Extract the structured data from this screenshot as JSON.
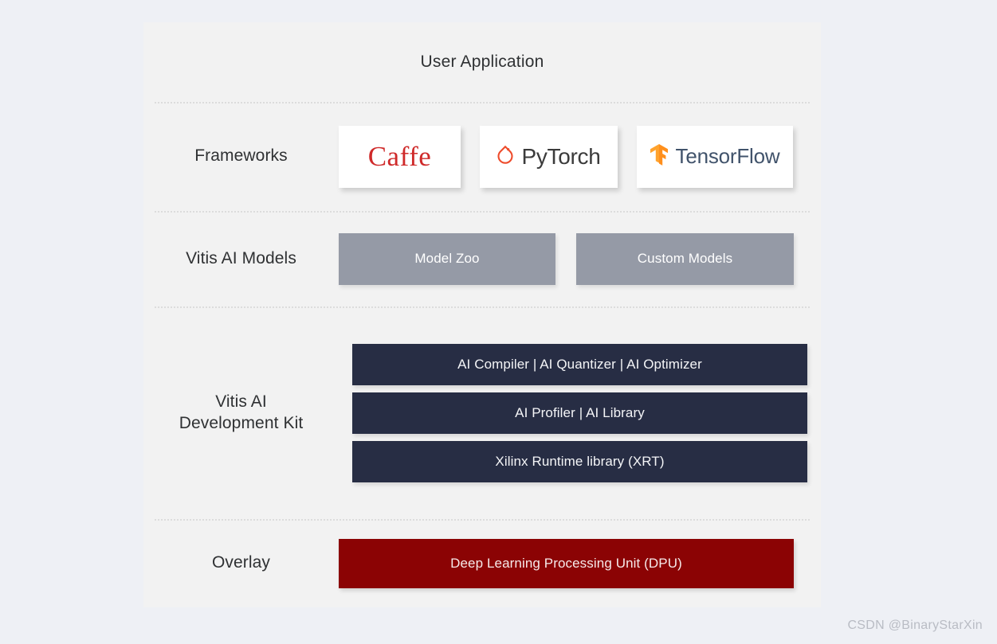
{
  "diagram": {
    "title": "User Application",
    "watermark": "CSDN @BinaryStarXin",
    "colors": {
      "page_background": "#eef0f5",
      "panel_background": "#f2f2f2",
      "divider": "#dcdcdc",
      "label_text": "#2f3133",
      "model_box": "#959aa6",
      "devkit_box": "#272d44",
      "dpu_box": "#8b0304",
      "caffe_red": "#cf2a2a",
      "pytorch_flame": "#ee4c2c",
      "pytorch_text": "#3b3b3b",
      "tensorflow_orange": "#ff8f1c",
      "tensorflow_text": "#41536b"
    },
    "rows": [
      {
        "label": "Frameworks",
        "items": [
          {
            "name": "Caffe",
            "icon": "caffe-logo-icon"
          },
          {
            "name": "PyTorch",
            "icon": "pytorch-flame-icon"
          },
          {
            "name": "TensorFlow",
            "icon": "tensorflow-logo-icon"
          }
        ]
      },
      {
        "label": "Vitis AI Models",
        "items": [
          {
            "name": "Model Zoo"
          },
          {
            "name": "Custom Models"
          }
        ]
      },
      {
        "label_line_1": "Vitis AI",
        "label_line_2": "Development Kit",
        "items": [
          {
            "name": "AI Compiler  |  AI Quantizer  |  AI Optimizer"
          },
          {
            "name": "AI Profiler  |  AI Library"
          },
          {
            "name": "Xilinx Runtime library (XRT)"
          }
        ]
      },
      {
        "label": "Overlay",
        "items": [
          {
            "name": "Deep Learning Processing Unit (DPU)"
          }
        ]
      }
    ]
  }
}
